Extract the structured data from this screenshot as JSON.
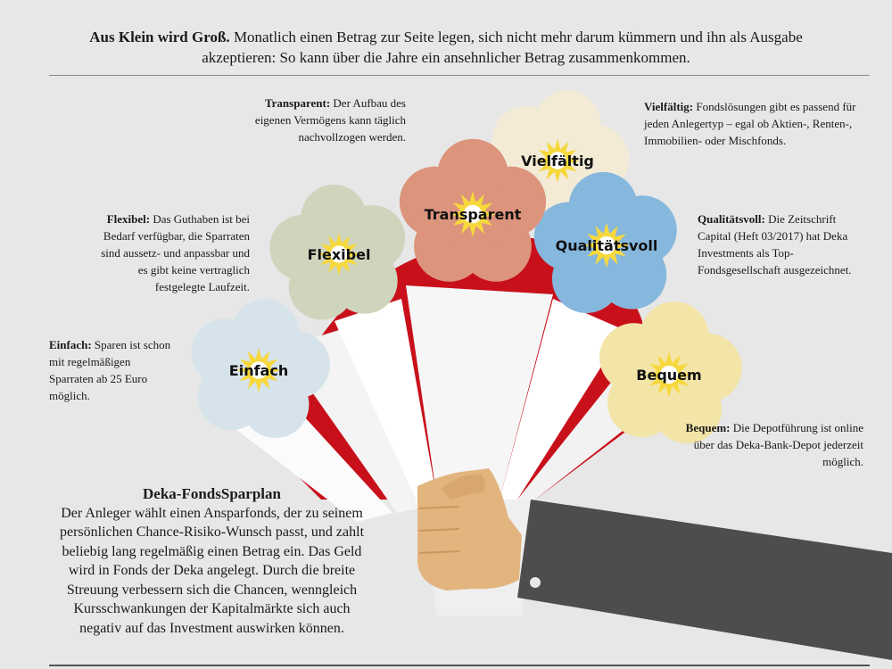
{
  "intro": {
    "lead": "Aus Klein wird Groß.",
    "text": " Monatlich einen Betrag zur Seite legen, sich nicht mehr darum kümmern und ihn als Ausgabe akzeptieren: So kann über die Jahre ein ansehnlicher Betrag zusammenkommen."
  },
  "flowers": {
    "einfach": "Einfach",
    "flexibel": "Flexibel",
    "transparent": "Transparent",
    "vielfaeltig": "Vielfältig",
    "qualitaetsvoll": "Qualitätsvoll",
    "bequem": "Bequem"
  },
  "notes": {
    "transparent": {
      "term": "Transparent:",
      "text": " Der Aufbau des eigenen Vermögens kann täglich nachvollzogen werden."
    },
    "vielfaeltig": {
      "term": "Vielfältig:",
      "text": " Fondslösungen gibt es passend für jeden Anlegertyp – egal ob Aktien-, Renten-, Immobilien- oder Mischfonds."
    },
    "flexibel": {
      "term": "Flexibel:",
      "text": " Das Guthaben ist bei Bedarf verfügbar, die Sparraten sind aussetz- und anpassbar und es gibt keine vertraglich festgelegte Laufzeit."
    },
    "qualitaetsvoll": {
      "term": "Qualitätsvoll:",
      "text": " Die Zeitschrift Capital (Heft 03/2017) hat Deka Investments als Top-Fondsgesellschaft ausgezeichnet."
    },
    "einfach": {
      "term": "Einfach:",
      "text": " Sparen ist schon mit regelmäßigen Sparraten ab 25 Euro möglich."
    },
    "bequem": {
      "term": "Bequem:",
      "text": " Die Depotführung ist online über das Deka-Bank-Depot jederzeit möglich."
    }
  },
  "info": {
    "title": "Deka-FondsSparplan",
    "text": "Der Anleger wählt einen Ansparfonds, der zu seinem persönlichen Chance-Risiko-Wunsch passt, und zahlt beliebig lang regelmäßig einen Betrag ein. Das Geld wird in Fonds der Deka angelegt. Durch die breite Streuung verbessern sich die Chancen, wenngleich Kursschwankungen der Kapitalmärkte sich auch negativ auf das Investment auswirken können."
  },
  "colors": {
    "background": "#e7e7e7",
    "einfach": "#d6e3ea",
    "flexibel": "#cfd5bc",
    "transparent": "#dc947c",
    "vielfaeltig": "#f3ebd6",
    "qualitaetsvoll": "#86b8de",
    "bequem": "#f3e4a7",
    "center": "#f7d83c",
    "wrap_red": "#c8101b",
    "sleeve": "#4d4d4d",
    "hand": "#e2b57f"
  }
}
